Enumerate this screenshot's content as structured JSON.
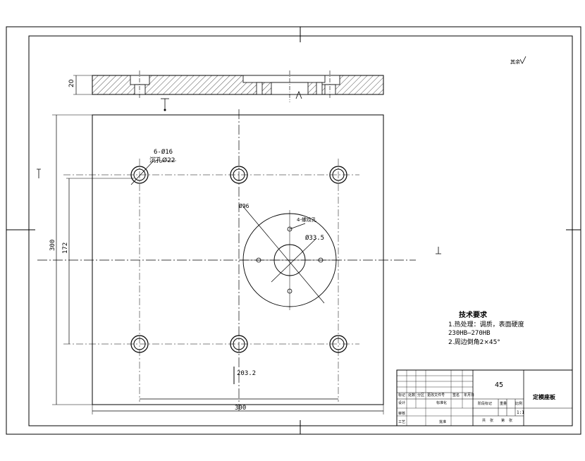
{
  "drawing": {
    "dimensions": {
      "thickness": "20",
      "height_overall": "300",
      "height_holes": "172",
      "width_overall": "300",
      "width_holes": "203.2",
      "hole_callout": "6-Ø16",
      "counterbore": "沉孔Ø22",
      "circle_dia": "Ø96",
      "center_dia": "Ø33.5",
      "thread_note": "4-螺纹孔"
    },
    "technical_requirements": {
      "title": "技术要求",
      "line1": "1.热处理：调质，表面硬度",
      "line2": "230HB—270HB",
      "line3": "2.周边倒角2×45°"
    },
    "title_block": {
      "material": "45",
      "part_name": "定模座板",
      "scale": "1:1",
      "header_cells": [
        "标记",
        "处数",
        "分区",
        "更改文件号",
        "签名",
        "年月日"
      ],
      "row2_cells": [
        "设计",
        "标准化"
      ],
      "stage_labels": [
        "阶段标记",
        "重量",
        "比例"
      ],
      "bottom_labels": [
        "共",
        "张",
        "第",
        "张"
      ],
      "check_labels": [
        "审核",
        "工艺",
        "批准"
      ]
    },
    "roughness_note": "其余"
  }
}
